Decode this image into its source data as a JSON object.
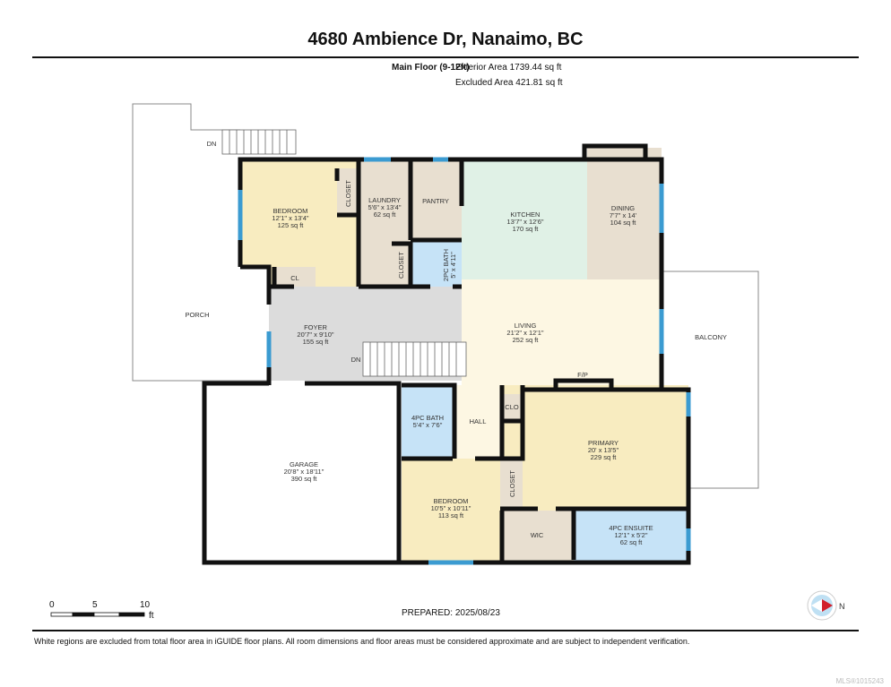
{
  "title": "4680 Ambience Dr, Nanaimo, BC",
  "floor": {
    "name": "Main Floor (9-12ft)",
    "exterior_area": "Exterior Area 1739.44 sq ft",
    "excluded_area": "Excluded Area 421.81 sq ft"
  },
  "rooms": {
    "bedroom1": {
      "name": "BEDROOM",
      "dims": "12'1\" x 13'4\"",
      "area": "125 sq ft"
    },
    "closet1": {
      "name": "CLOSET"
    },
    "laundry": {
      "name": "LAUNDRY",
      "dims": "5'6\" x 13'4\"",
      "area": "62 sq ft"
    },
    "pantry": {
      "name": "PANTRY"
    },
    "closet2": {
      "name": "CLOSET"
    },
    "bath2pc": {
      "name": "2PC BATH",
      "dims": "5' x 4'11\""
    },
    "kitchen": {
      "name": "KITCHEN",
      "dims": "13'7\" x 12'6\"",
      "area": "170 sq ft"
    },
    "dining": {
      "name": "DINING",
      "dims": "7'7\" x 14'",
      "area": "104 sq ft"
    },
    "cl": {
      "name": "CL"
    },
    "foyer": {
      "name": "FOYER",
      "dims": "20'7\" x 9'10\"",
      "area": "155 sq ft"
    },
    "living": {
      "name": "LIVING",
      "dims": "21'2\" x 12'1\"",
      "area": "252 sq ft"
    },
    "fireplace": {
      "name": "F/P"
    },
    "porch": {
      "name": "PORCH"
    },
    "balcony": {
      "name": "BALCONY"
    },
    "garage": {
      "name": "GARAGE",
      "dims": "20'8\" x 18'11\"",
      "area": "390 sq ft"
    },
    "bath4pc": {
      "name": "4PC BATH",
      "dims": "5'4\" x 7'6\""
    },
    "hall": {
      "name": "HALL"
    },
    "clo": {
      "name": "CLO"
    },
    "primary": {
      "name": "PRIMARY",
      "dims": "20' x 13'5\"",
      "area": "229 sq ft"
    },
    "bedroom2": {
      "name": "BEDROOM",
      "dims": "10'5\" x 10'11\"",
      "area": "113 sq ft"
    },
    "closet3": {
      "name": "CLOSET"
    },
    "wic": {
      "name": "WIC"
    },
    "ensuite": {
      "name": "4PC ENSUITE",
      "dims": "12'1\" x 5'2\"",
      "area": "62 sq ft"
    }
  },
  "stairs": {
    "top": "DN",
    "foyer": "DN"
  },
  "scale": {
    "ticks": [
      "0",
      "5",
      "10"
    ],
    "unit": "ft"
  },
  "prepared": "PREPARED: 2025/08/23",
  "compass": {
    "label": "N"
  },
  "footer": "White regions are excluded from total floor area in iGUIDE floor plans. All room dimensions and floor areas must be considered approximate and are subject to independent verification.",
  "mls": "MLS®1015243",
  "colors": {
    "bedroom": "#f8ecc0",
    "utility": "#e8dfd0",
    "bath": "#c6e3f7",
    "kitchen": "#e0f1e6",
    "foyer": "#dcdcdc",
    "living": "#fdf7e3",
    "window": "#3b9bd1"
  }
}
